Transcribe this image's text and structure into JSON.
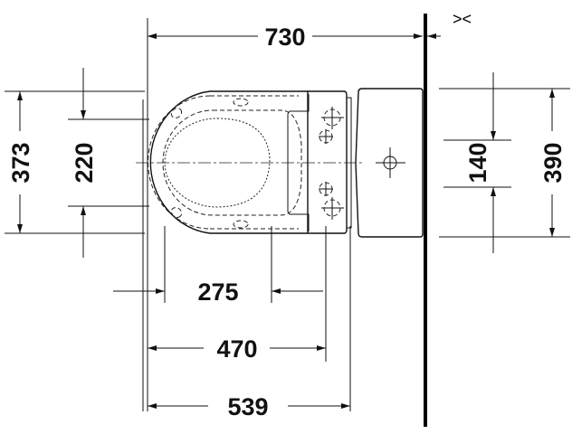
{
  "drawing": {
    "dimensions": {
      "overall_depth": "730",
      "seat_width": "373",
      "opening_width": "220",
      "outlet_spacing": "140",
      "tank_width": "390",
      "fixing_distance": "275",
      "depth_470": "470",
      "depth_539": "539"
    },
    "wall_symbol": "><"
  }
}
